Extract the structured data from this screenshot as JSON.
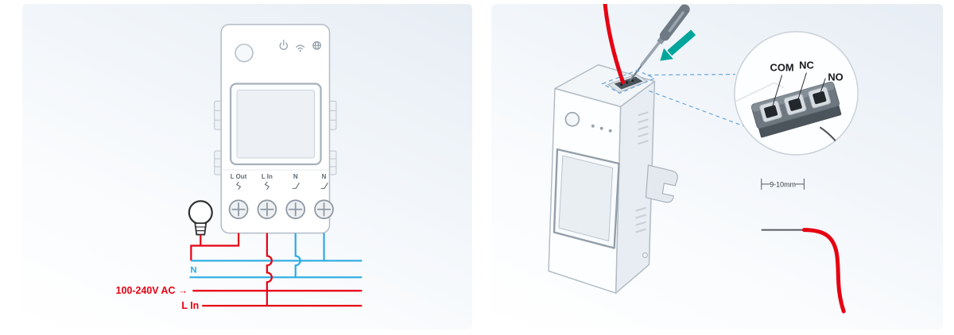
{
  "left_panel": {
    "device": {
      "indicator_icons": [
        "power",
        "wifi",
        "network"
      ],
      "terminals": [
        {
          "label": "L Out",
          "symbol": "live-breaker"
        },
        {
          "label": "L In",
          "symbol": "live-breaker"
        },
        {
          "label": "N",
          "symbol": "neutral-switch"
        },
        {
          "label": "N",
          "symbol": "neutral-switch"
        }
      ]
    },
    "wiring": {
      "neutral_label": "N",
      "supply_label": "100-240V AC →",
      "line_in_label": "L In"
    }
  },
  "right_panel": {
    "zoom": {
      "com_label": "COM",
      "nc_label": "NC",
      "no_label": "NO"
    },
    "strip_length_label": "9-10mm"
  },
  "colors": {
    "live-wire": "#e60012",
    "neutral-wire": "#2aabe4",
    "arrow-green": "#00a59b",
    "dash-blue": "#6fa8dc"
  }
}
